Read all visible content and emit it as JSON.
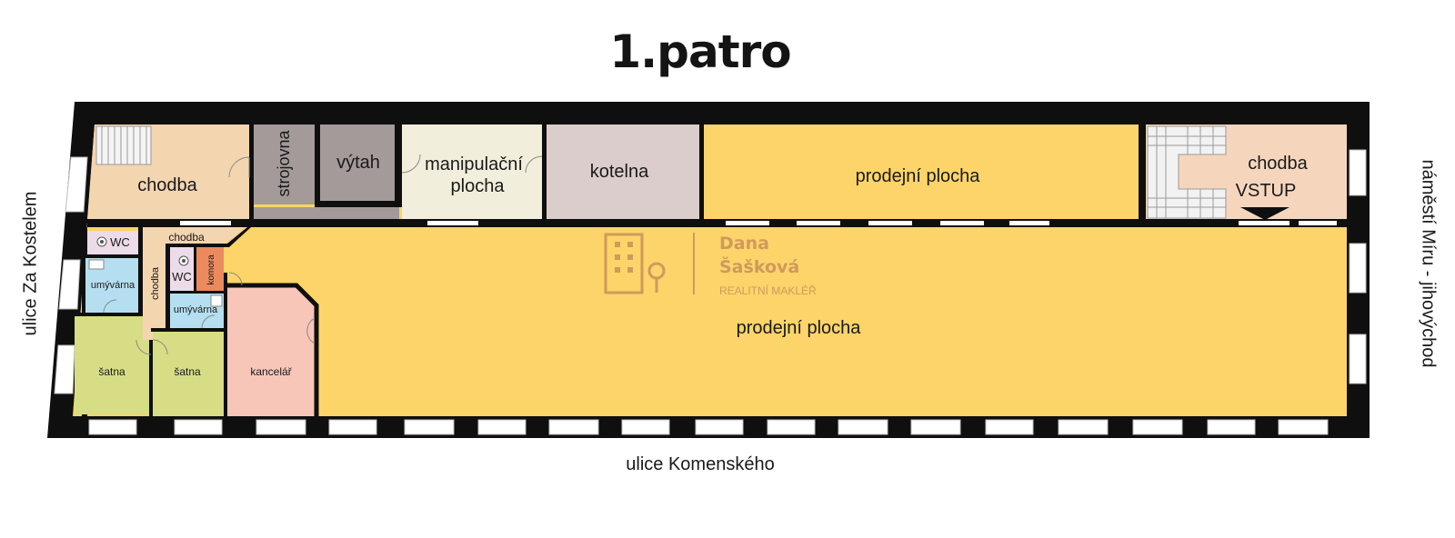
{
  "title": "1.patro",
  "streets": {
    "bottom": "ulice Komenského",
    "left": "ulice Za Kostelem",
    "right": "náměstí Míru - jihovýchod"
  },
  "rooms": {
    "chodba_nw": "chodba",
    "strojovna": "strojovna",
    "vytah": "výtah",
    "manipulacni_1": "manipulační",
    "manipulacni_2": "plocha",
    "kotelna": "kotelna",
    "prodejni_north": "prodejní plocha",
    "chodba_ne": "chodba",
    "vstup": "VSTUP",
    "wc_1": "WC",
    "chodba_small": "chodba",
    "umyvarna_1": "umývárna",
    "chodba_vertical": "chodba",
    "wc_2": "WC",
    "komora": "komora",
    "umyvarna_2": "umývárna",
    "satna_1": "šatna",
    "satna_2": "šatna",
    "kancelar": "kancelář",
    "prodejni_main": "prodejní plocha"
  },
  "watermark": {
    "name_line1": "Dana",
    "name_line2": "Šašková",
    "role": "REALITNÍ MAKLÉŘ"
  },
  "colors": {
    "wall": "#0f0f0f",
    "sales_area": "#fcd469",
    "corridor": "#f3d5b0",
    "corridor_ne": "#f5d6bd",
    "utility_dark": "#a49a9a",
    "manipulation": "#f1eedb",
    "boiler": "#dbcdcb",
    "wc": "#ecdbe8",
    "washroom": "#b5dff0",
    "storage": "#ea8a5e",
    "changing_room": "#d6dd85",
    "office": "#f7c6b8",
    "watermark": "#c8915c"
  }
}
